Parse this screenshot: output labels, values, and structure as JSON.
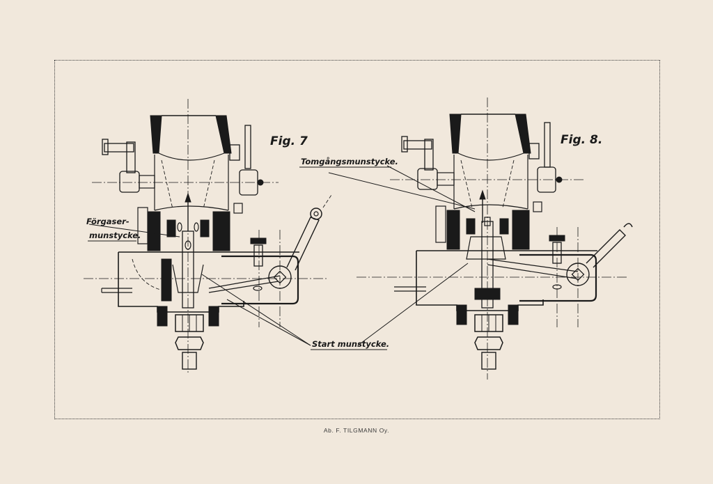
{
  "figures": [
    {
      "id": "fig7",
      "label": "Fig. 7"
    },
    {
      "id": "fig8",
      "label": "Fig. 8."
    }
  ],
  "labels": {
    "forgasser_line1": "Förgaser-",
    "forgasser_line2": "munstycke.",
    "tomgang": "Tomgångsmunstycke.",
    "start": "Start munstycke."
  },
  "footer": "Ab. F. TILGMANN Oy.",
  "colors": {
    "paper": "#f1e8dc",
    "ink": "#1a1a1a"
  }
}
